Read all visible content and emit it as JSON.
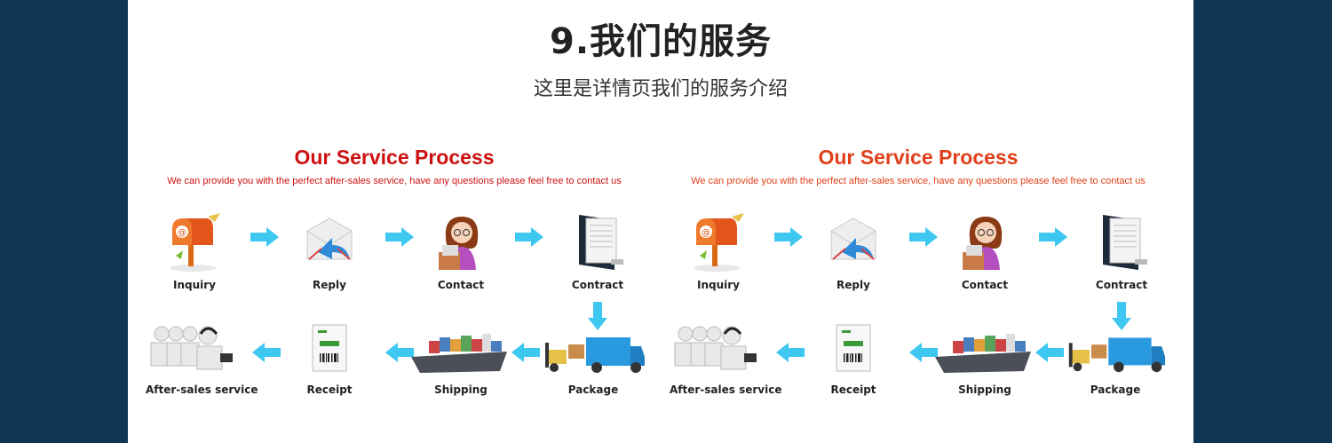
{
  "header": {
    "title": "9.我们的服务",
    "subtitle": "这里是详情页我们的服务介绍"
  },
  "panels": [
    {
      "title": "Our Service Process",
      "subtitle": "We can provide you with the perfect after-sales service, have any questions please feel free to contact us",
      "title_color": "#cc1111",
      "steps": {
        "inquiry": "Inquiry",
        "reply": "Reply",
        "contact": "Contact",
        "contract": "Contract",
        "package": "Package",
        "shipping": "Shipping",
        "receipt": "Receipt",
        "after_sales": "After-sales service"
      }
    },
    {
      "title": "Our Service Process",
      "subtitle": "We can provide you with the perfect after-sales service, have any questions please feel free to contact us",
      "title_color": "#e0401a",
      "steps": {
        "inquiry": "Inquiry",
        "reply": "Reply",
        "contact": "Contact",
        "contract": "Contract",
        "package": "Package",
        "shipping": "Shipping",
        "receipt": "Receipt",
        "after_sales": "After-sales service"
      }
    }
  ],
  "colors": {
    "background": "#0e3553",
    "arrow": "#3ec7f0"
  }
}
